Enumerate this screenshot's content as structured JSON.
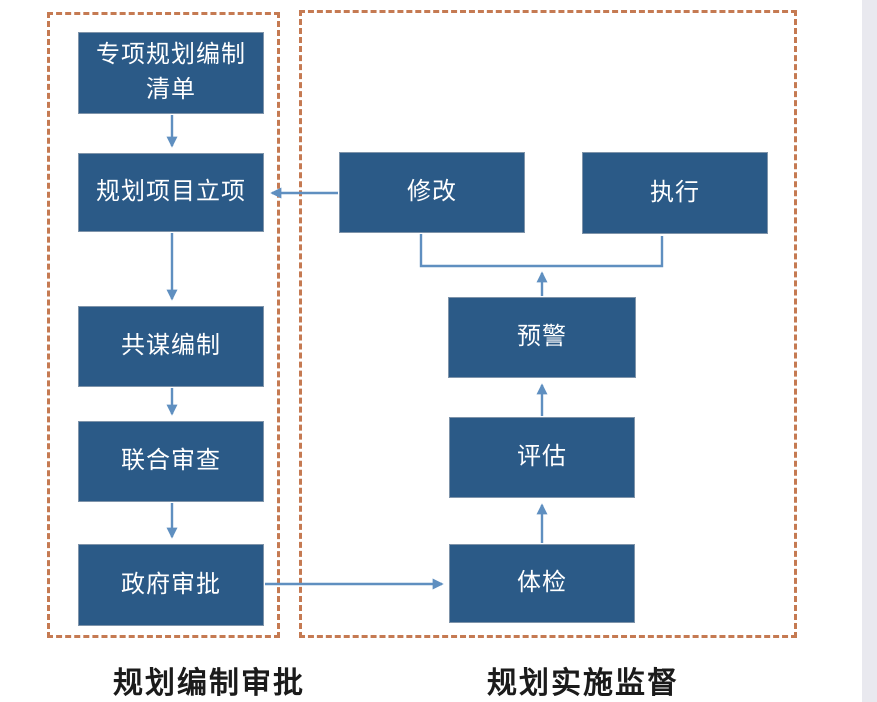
{
  "diagram": {
    "left_section": {
      "caption": "规划编制审批",
      "nodes": [
        {
          "id": "special-plan-list",
          "label": "专项规划编制\n清单"
        },
        {
          "id": "project-initiation",
          "label": "规划项目立项"
        },
        {
          "id": "joint-preparation",
          "label": "共谋编制"
        },
        {
          "id": "joint-review",
          "label": "联合审查"
        },
        {
          "id": "government-approval",
          "label": "政府审批"
        }
      ]
    },
    "right_section": {
      "caption": "规划实施监督",
      "nodes": [
        {
          "id": "modify",
          "label": "修改"
        },
        {
          "id": "execute",
          "label": "执行"
        },
        {
          "id": "warning",
          "label": "预警"
        },
        {
          "id": "evaluate",
          "label": "评估"
        },
        {
          "id": "check",
          "label": "体检"
        }
      ]
    },
    "flows": [
      "专项规划编制清单 → 规划项目立项",
      "规划项目立项 → 共谋编制",
      "共谋编制 → 联合审查",
      "联合审查 → 政府审批",
      "政府审批 → 体检",
      "体检 → 评估",
      "评估 → 预警",
      "预警 → 修改/执行",
      "修改 → 规划项目立项"
    ],
    "colors": {
      "node_fill": "#2b5a87",
      "node_border": "#7f94aa",
      "node_text": "#ffffff",
      "connector": "#5f8fc0",
      "section_border": "#c57a52",
      "caption_text": "#1b1b1b",
      "background": "#ffffff",
      "right_edge_strip": "#e9e9ef"
    }
  }
}
